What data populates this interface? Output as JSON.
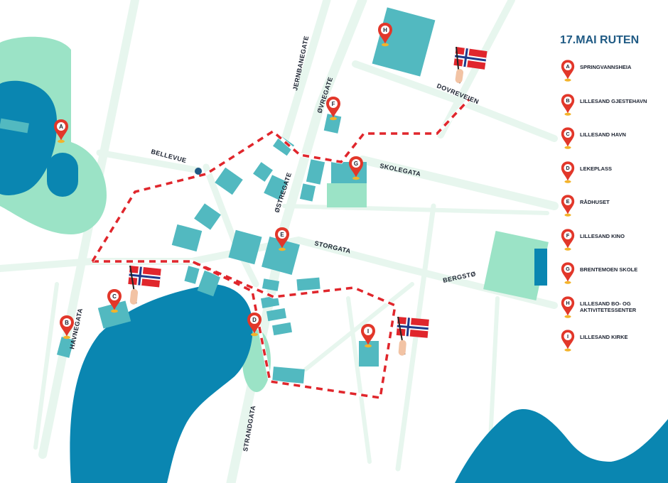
{
  "colors": {
    "water": "#0a86b1",
    "park": "#9be3c6",
    "building": "#52b9c0",
    "road": "#e7f6ee",
    "route_red": "#e0262c",
    "pin": "#e2372a",
    "title": "#1f5a84"
  },
  "legend": {
    "title": "17.MAI RUTEN",
    "items": [
      {
        "letter": "A",
        "label": "SPRINGVANNSHEIA"
      },
      {
        "letter": "B",
        "label": "LILLESAND GJESTEHAVN"
      },
      {
        "letter": "C",
        "label": "LILLESAND HAVN"
      },
      {
        "letter": "D",
        "label": "LEKEPLASS"
      },
      {
        "letter": "E",
        "label": "RÅDHUSET"
      },
      {
        "letter": "F",
        "label": "LILLESAND KINO"
      },
      {
        "letter": "G",
        "label": "BRENTEMOEN SKOLE"
      },
      {
        "letter": "H",
        "label": "LILLESAND BO- OG AKTIVITETESSENTER"
      },
      {
        "letter": "I",
        "label": "LILLESAND KIRKE"
      }
    ]
  },
  "streets": {
    "jernbanegate": "JERNBANEGATE",
    "ovregate": "ØVREGATE",
    "dovreveien": "DOVREVEIEN",
    "bellevue": "BELLEVUE",
    "skolegata": "SKOLEGATA",
    "ostregate": "ØSTREGATE",
    "storgata": "STORGATA",
    "bergsto": "BERGSTØ",
    "havnegata": "HAVNEGATA",
    "strandgata": "STRANDGATA"
  },
  "icons": {
    "flag": "norwegian-flag-icon",
    "pin": "map-pin-icon",
    "location_dot": "location-dot-icon"
  }
}
